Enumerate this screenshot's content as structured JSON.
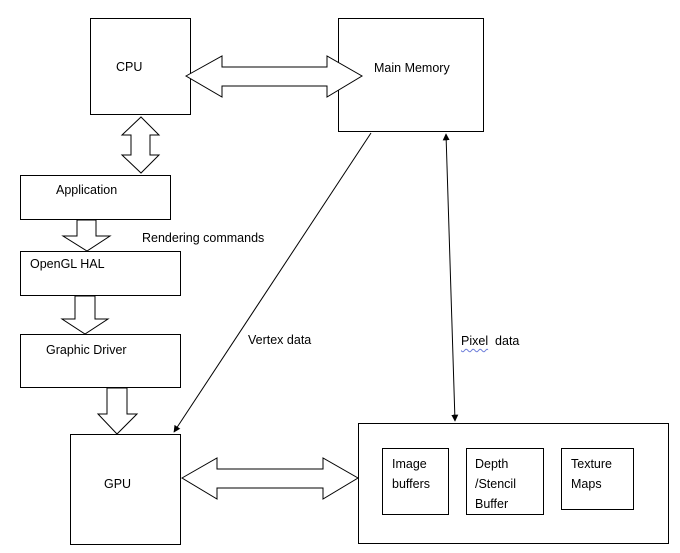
{
  "nodes": {
    "cpu": "CPU",
    "main_memory": "Main Memory",
    "application": "Application",
    "opengl_hal": "OpenGL HAL",
    "graphic_driver": "Graphic Driver",
    "gpu": "GPU",
    "image_buffers": "Image\nbuffers",
    "depth_stencil_buffer": "Depth\n/Stencil\nBuffer",
    "texture_maps": "Texture\nMaps"
  },
  "edge_labels": {
    "rendering_commands": "Rendering commands",
    "vertex_data": "Vertex data",
    "pixel_data_word1": "Pixel",
    "pixel_data_word2": "data"
  }
}
